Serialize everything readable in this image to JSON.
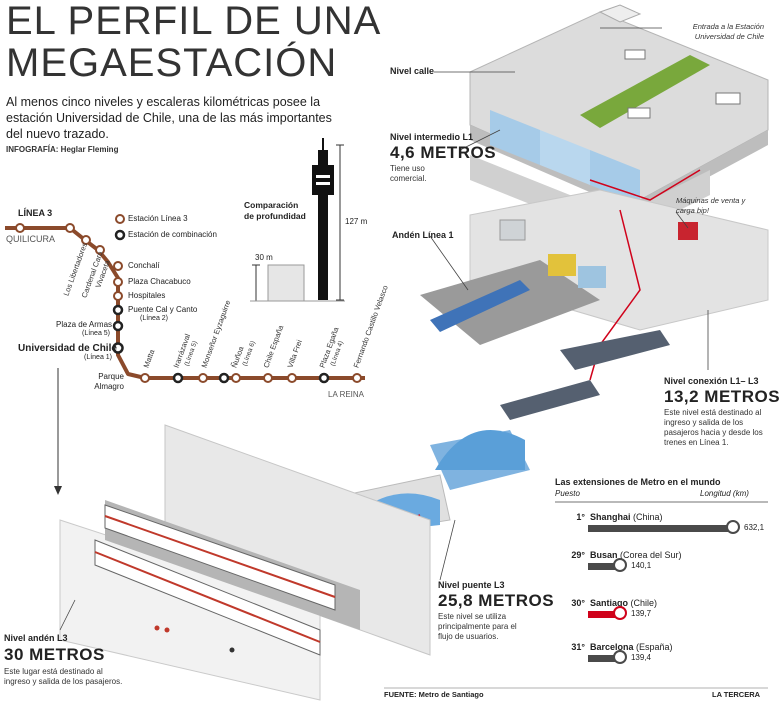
{
  "header": {
    "title_line1": "EL PERFIL DE UNA",
    "title_line2": "MEGAESTACIÓN",
    "intro": "Al menos cinco niveles y escaleras kilométricas posee la estación Universidad de Chile, una de las más importantes del nuevo trazado.",
    "credit": "INFOGRAFÍA: Heglar Fleming"
  },
  "metro_map": {
    "line_name": "LÍNEA 3",
    "start": "QUILICURA",
    "end": "LA REINA",
    "legend_l3": "Estación Línea 3",
    "legend_combo": "Estación de combinación",
    "stations_diag": [
      "Los Libertadores",
      "Cardenal Caro",
      "Vivaceta"
    ],
    "stations_vert": [
      "Conchalí",
      "Plaza Chacabuco",
      "Hospitales",
      "Puente Cal y Canto",
      "Plaza de Armas",
      "Universidad de Chile",
      "Parque Almagro"
    ],
    "subnotes": {
      "puente": "(Línea 2)",
      "plaza_armas": "(Línea 5)",
      "udechile": "(Línea 1)"
    },
    "stations_horiz": [
      "Matta",
      "Irarrázaval",
      "Monseñor Eyzaguirre",
      "Ñuñoa",
      "Chile España",
      "Villa Frei",
      "Plaza Egaña",
      "Fernando Castillo Velasco"
    ],
    "subnotes_h": {
      "irarrazaval": "(Línea 5)",
      "nunoa": "(Línea 6)",
      "egana": "(Línea 4)"
    },
    "colors": {
      "line": "#8b4a2b",
      "combo": "#222222"
    }
  },
  "depth_compare": {
    "title_l1": "Comparación",
    "title_l2": "de profundidad",
    "tower_height": "127 m",
    "station_depth": "30 m"
  },
  "levels": {
    "calle": {
      "name": "Nivel calle"
    },
    "entrada": {
      "name": "Entrada a la Estación Universidad de Chile"
    },
    "intermedio": {
      "name": "Nivel intermedio L1",
      "depth": "4,6 METROS",
      "desc": "Tiene uso comercial."
    },
    "anden_l1": {
      "name": "Andén Línea 1"
    },
    "maquinas": {
      "name": "Máquinas de venta y carga bip!"
    },
    "conexion": {
      "name": "Nivel conexión L1– L3",
      "depth": "13,2 METROS",
      "desc": "Este nivel está destinado al ingreso y salida de los pasajeros hacia y desde los trenes en Línea 1."
    },
    "puente": {
      "name": "Nivel puente L3",
      "depth": "25,8 METROS",
      "desc": "Este nivel se utiliza principalmente para el flujo de usuarios."
    },
    "anden_l3": {
      "name": "Nivel andén L3",
      "depth": "30 METROS",
      "desc": "Este lugar está destinado al ingreso y salida de los pasajeros."
    }
  },
  "ranking": {
    "title": "Las extensiones de Metro en el mundo",
    "col_pos": "Puesto",
    "col_len": "Longitud (km)",
    "rows": [
      {
        "pos": "1°",
        "city": "Shanghai",
        "country": "(China)",
        "value": "632,1",
        "km": 632.1,
        "highlight": false
      },
      {
        "pos": "29°",
        "city": "Busan",
        "country": "(Corea del Sur)",
        "value": "140,1",
        "km": 140.1,
        "highlight": false
      },
      {
        "pos": "30°",
        "city": "Santiago",
        "country": "(Chile)",
        "value": "139,7",
        "km": 139.7,
        "highlight": true
      },
      {
        "pos": "31°",
        "city": "Barcelona",
        "country": "(España)",
        "value": "139,4",
        "km": 139.4,
        "highlight": false
      }
    ],
    "colors": {
      "bar": "#4a4a4a",
      "highlight": "#d0021b"
    }
  },
  "footer": {
    "source": "FUENTE: Metro de Santiago",
    "brand": "LA TERCERA"
  }
}
